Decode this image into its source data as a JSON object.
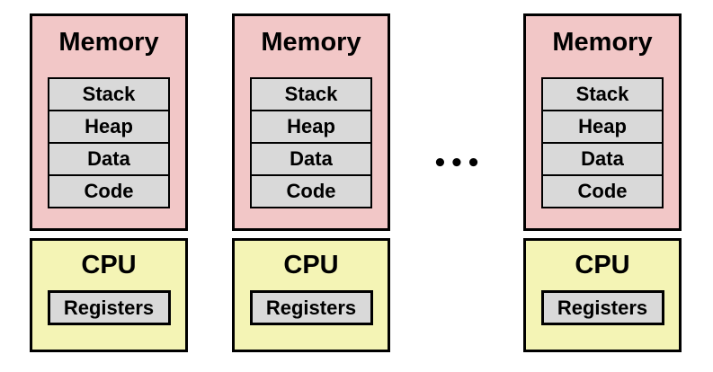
{
  "diagram": {
    "description": "Three machines, each with Memory (Stack/Heap/Data/Code) above a CPU with Registers, with an ellipsis indicating more machines",
    "ellipsis": "•••",
    "colors": {
      "memory_fill": "#f2c7c7",
      "cpu_fill": "#f4f4b5",
      "segment_fill": "#d9d9d9",
      "border": "#000000",
      "background": "#ffffff"
    },
    "columns": [
      {
        "memory": {
          "title": "Memory",
          "segments": [
            "Stack",
            "Heap",
            "Data",
            "Code"
          ]
        },
        "cpu": {
          "title": "CPU",
          "registers_label": "Registers"
        }
      },
      {
        "memory": {
          "title": "Memory",
          "segments": [
            "Stack",
            "Heap",
            "Data",
            "Code"
          ]
        },
        "cpu": {
          "title": "CPU",
          "registers_label": "Registers"
        }
      },
      {
        "memory": {
          "title": "Memory",
          "segments": [
            "Stack",
            "Heap",
            "Data",
            "Code"
          ]
        },
        "cpu": {
          "title": "CPU",
          "registers_label": "Registers"
        }
      }
    ]
  }
}
